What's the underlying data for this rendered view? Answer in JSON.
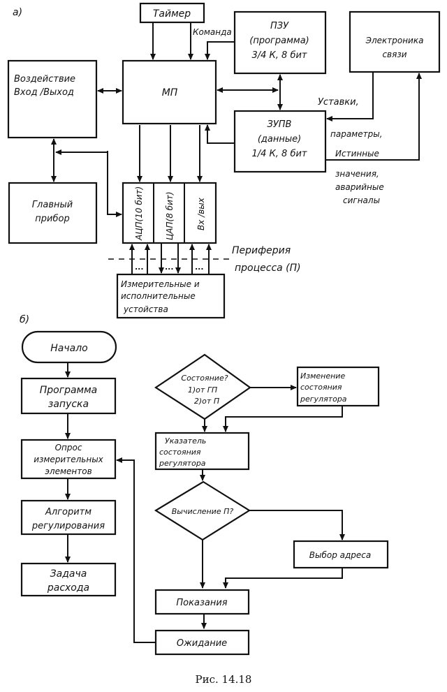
{
  "figure": {
    "caption": "Рис. 14.18",
    "part_a": {
      "label": "а)",
      "blocks": {
        "timer": "Таймер",
        "mp": "МП",
        "rom": [
          "ПЗУ",
          "(программа)",
          "3/4 К, 8 бит"
        ],
        "comm": [
          "Электроника",
          "связи"
        ],
        "io": [
          "Воздействие",
          "Вход /Выход"
        ],
        "ram": [
          "ЗУПВ",
          "(данные)",
          "1/4 К, 8 бит"
        ],
        "main_device": [
          "Главный",
          "прибор"
        ],
        "adc": "АЦП(10 бит)",
        "dac": "ЦАП(8 бит)",
        "inout": "Вх /вых",
        "devices": [
          "Измерительные и",
          "исполнительные",
          "устойства"
        ]
      },
      "labels": {
        "command": "Команда",
        "settings": [
          "Уставки,",
          "параметры,",
          "Истинные",
          "значения,",
          "аварийные",
          "сигналы"
        ],
        "periphery": [
          "Периферия",
          "процесса (П)"
        ],
        "dots": "..."
      }
    },
    "part_b": {
      "label": "б)",
      "left_column": {
        "start": "Начало",
        "startup": [
          "Программа",
          "запуска"
        ],
        "poll": [
          "Опрос",
          "измерительных",
          "элементов"
        ],
        "algorithm": [
          "Алгоритм",
          "регулирования"
        ],
        "flow_task": [
          "Задача",
          "расхода"
        ]
      },
      "right_column": {
        "state_decision": [
          "Состояние?",
          "1)от ГП",
          "2)от П"
        ],
        "change_state": [
          "Изменение",
          "состояния",
          "регулятора"
        ],
        "state_pointer": [
          "Указатель",
          "состояния",
          "регулятора"
        ],
        "compute_decision": "Вычисление П?",
        "select_address": "Выбор адреса",
        "readings": "Показания",
        "wait": "Ожидание"
      }
    }
  }
}
